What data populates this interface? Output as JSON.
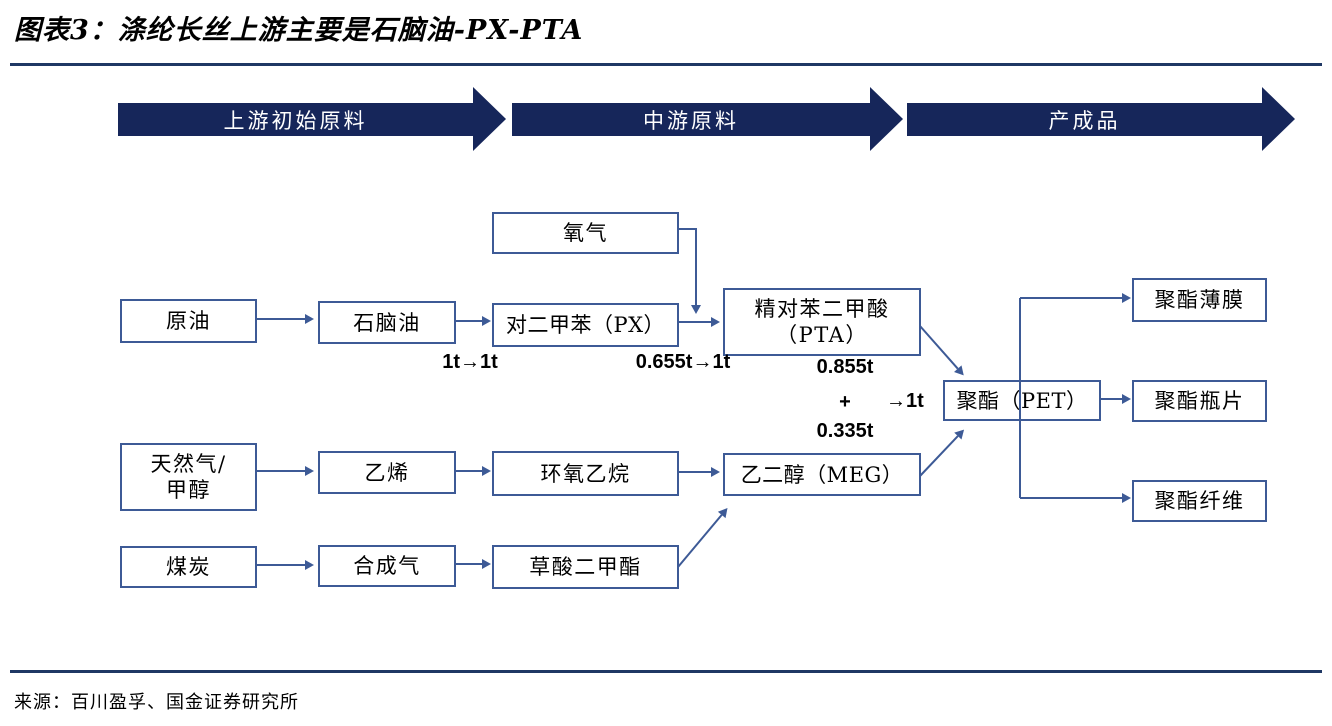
{
  "title": "图表3：涤纶长丝上游主要是石脑油-PX-PTA",
  "banners": {
    "upstream": "上游初始原料",
    "midstream": "中游原料",
    "product": "产成品"
  },
  "nodes": {
    "oxygen": "氧气",
    "crude_oil": "原油",
    "naphtha": "石脑油",
    "px": "对二甲苯（PX）",
    "pta_l1": "精对苯二甲酸",
    "pta_l2": "（PTA）",
    "gas_l1": "天然气/",
    "gas_l2": "甲醇",
    "ethylene": "乙烯",
    "ethylene_oxide": "环氧乙烷",
    "meg": "乙二醇（MEG）",
    "coal": "煤炭",
    "syngas": "合成气",
    "dmo": "草酸二甲酯",
    "pet": "聚酯（PET）",
    "film": "聚酯薄膜",
    "bottle_chip": "聚酯瓶片",
    "fiber": "聚酯纤维"
  },
  "ratios": {
    "naphtha_px": "1t→1t",
    "px_pta": "0.655t→1t",
    "pta_amount": "0.855t",
    "plus": "+",
    "yield": "→1t",
    "meg_amount": "0.335t"
  },
  "source": "来源：百川盈孚、国金证券研究所",
  "colors": {
    "banner_navy": "#16265a",
    "line_blue": "#3d5a96",
    "rule_navy": "#1f3864"
  }
}
